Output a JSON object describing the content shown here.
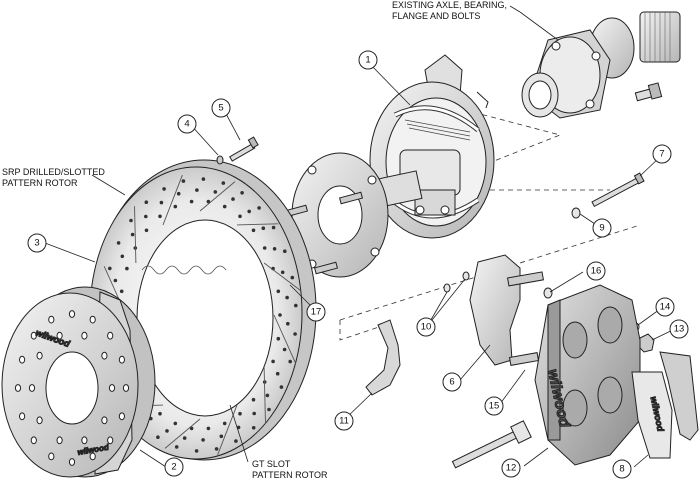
{
  "callouts": [
    {
      "number": "1"
    },
    {
      "number": "2"
    },
    {
      "number": "3"
    },
    {
      "number": "4"
    },
    {
      "number": "5"
    },
    {
      "number": "6"
    },
    {
      "number": "7"
    },
    {
      "number": "8"
    },
    {
      "number": "9"
    },
    {
      "number": "10"
    },
    {
      "number": "11"
    },
    {
      "number": "12"
    },
    {
      "number": "13"
    },
    {
      "number": "14"
    },
    {
      "number": "15"
    },
    {
      "number": "16"
    },
    {
      "number": "17"
    }
  ],
  "labels": {
    "axle_line1": "EXISTING AXLE, BEARING,",
    "axle_line2": "FLANGE AND BOLTS",
    "srp_line1": "SRP DRILLED/SLOTTED",
    "srp_line2": "PATTERN ROTOR",
    "gt_line1": "GT SLOT",
    "gt_line2": "PATTERN ROTOR"
  },
  "brand_text": "wilwood"
}
